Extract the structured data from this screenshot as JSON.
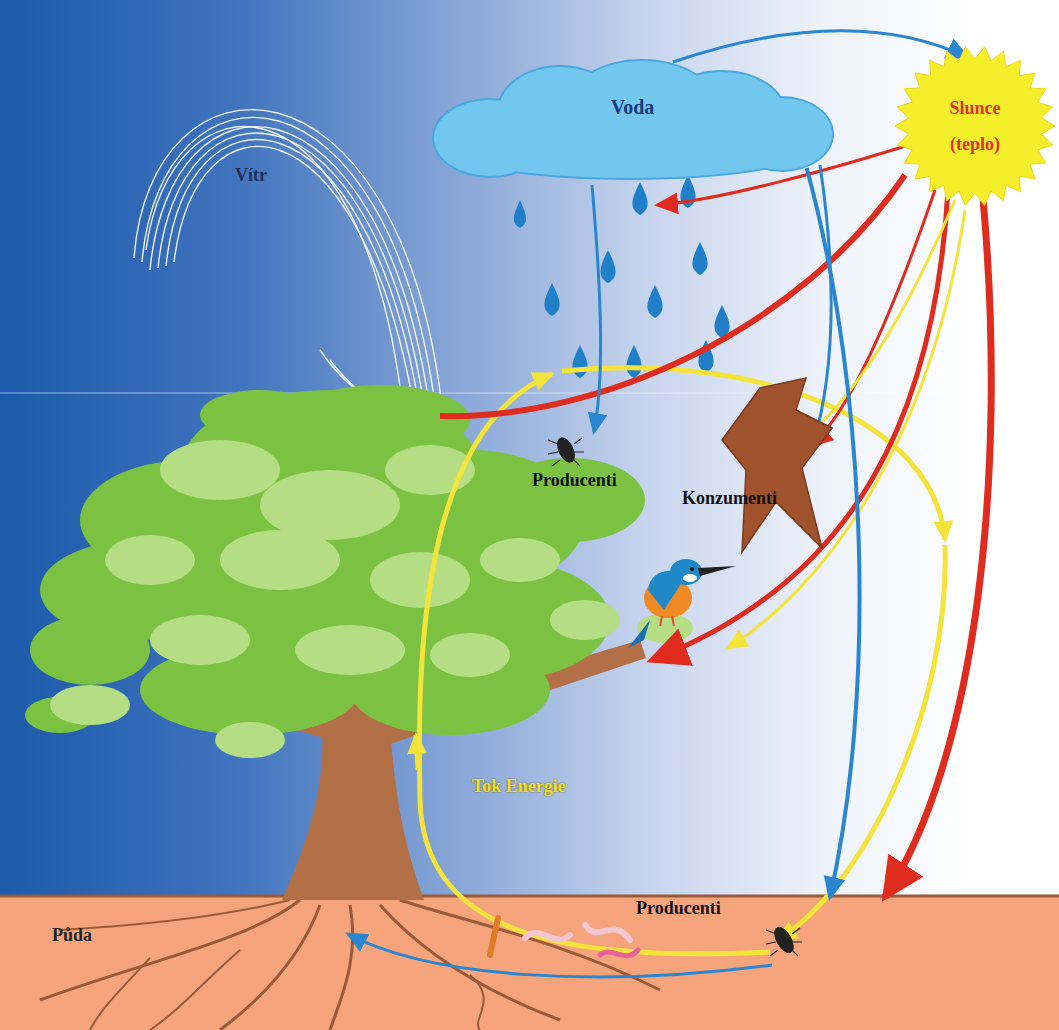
{
  "diagram": {
    "nodes": [
      {
        "text": [
          "Voda"
        ]
      },
      {
        "text": [
          "Slunce (teplo)"
        ]
      },
      {
        "text": [
          "Půda"
        ]
      }
    ],
    "edges": [
      {
        "from": 0,
        "to": 1,
        "arrow": "to"
      },
      {
        "from": 1,
        "to": 2,
        "arrow": "to"
      },
      {
        "from": 0,
        "to": 2,
        "arrow": "to"
      }
    ],
    "labels": [
      "Vítr",
      "Producenti",
      "Konzumenti",
      "Tok Energie",
      "Producenti"
    ]
  }
}
